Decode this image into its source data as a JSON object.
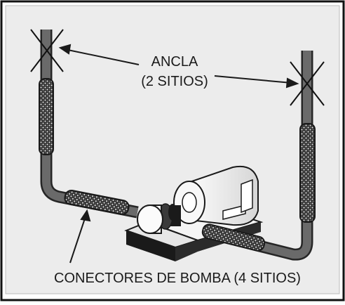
{
  "labels": {
    "anchor_line1": "ANCLA",
    "anchor_line2": "(2 SITIOS)",
    "connectors": "CONECTORES DE BOMBA (4 SITIOS)"
  },
  "colors": {
    "border": "#111111",
    "background": "#ededed",
    "pipe": "#666666",
    "pipe_outline": "#2b2b2b",
    "connector": "#3a3a3a",
    "pump_body": "#f4f4f4",
    "base_dark": "#1a1a1a"
  },
  "icons": {
    "anchor_marks": "x-mark-icon",
    "connectors": "braided-flex-connector-icon"
  }
}
